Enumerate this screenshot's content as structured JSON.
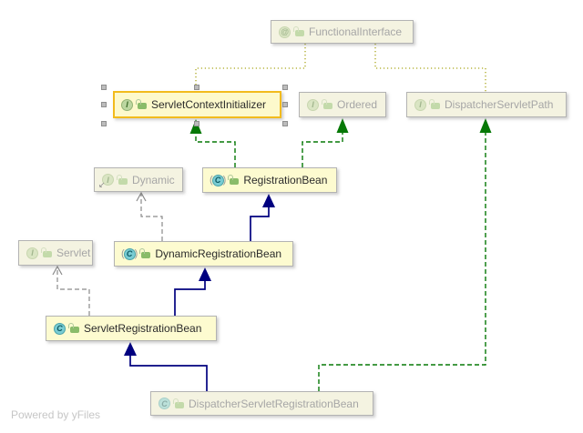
{
  "diagram": {
    "watermark": "Powered by yFiles",
    "icon_glyphs": {
      "annotation": "@",
      "interface": "I",
      "class": "C",
      "paren_open": "(",
      "paren_close": ")",
      "inner_mark": "↙"
    },
    "nodes": [
      {
        "id": "functional-interface",
        "label": "FunctionalInterface",
        "kind": "annotation",
        "state": "grayed"
      },
      {
        "id": "servlet-context-initializer",
        "label": "ServletContextInitializer",
        "kind": "interface",
        "state": "selected"
      },
      {
        "id": "ordered",
        "label": "Ordered",
        "kind": "interface",
        "state": "grayed"
      },
      {
        "id": "dispatcher-servlet-path",
        "label": "DispatcherServletPath",
        "kind": "interface",
        "state": "grayed"
      },
      {
        "id": "dynamic",
        "label": "Dynamic",
        "kind": "inner-interface",
        "state": "grayed"
      },
      {
        "id": "registration-bean",
        "label": "RegistrationBean",
        "kind": "abstract-class",
        "state": "normal"
      },
      {
        "id": "servlet",
        "label": "Servlet",
        "kind": "interface",
        "state": "grayed"
      },
      {
        "id": "dynamic-registration-bean",
        "label": "DynamicRegistrationBean",
        "kind": "abstract-class",
        "state": "normal"
      },
      {
        "id": "servlet-registration-bean",
        "label": "ServletRegistrationBean",
        "kind": "class",
        "state": "normal"
      },
      {
        "id": "dispatcher-servlet-registration-bean",
        "label": "DispatcherServletRegistrationBean",
        "kind": "class",
        "state": "grayed"
      }
    ],
    "edges": [
      {
        "from": "ServletContextInitializer",
        "to": "FunctionalInterface",
        "type": "annotated-by",
        "style": "dotted-olive"
      },
      {
        "from": "DispatcherServletPath",
        "to": "FunctionalInterface",
        "type": "annotated-by",
        "style": "dotted-olive"
      },
      {
        "from": "RegistrationBean",
        "to": "ServletContextInitializer",
        "type": "implements",
        "style": "dashed-green"
      },
      {
        "from": "RegistrationBean",
        "to": "Ordered",
        "type": "implements",
        "style": "dashed-green"
      },
      {
        "from": "DispatcherServletRegistrationBean",
        "to": "DispatcherServletPath",
        "type": "implements",
        "style": "dashed-green"
      },
      {
        "from": "DynamicRegistrationBean",
        "to": "RegistrationBean",
        "type": "extends",
        "style": "solid-navy"
      },
      {
        "from": "ServletRegistrationBean",
        "to": "DynamicRegistrationBean",
        "type": "extends",
        "style": "solid-navy"
      },
      {
        "from": "DispatcherServletRegistrationBean",
        "to": "ServletRegistrationBean",
        "type": "extends",
        "style": "solid-navy"
      },
      {
        "from": "DynamicRegistrationBean",
        "to": "Dynamic",
        "type": "implements",
        "style": "dashed-gray"
      },
      {
        "from": "ServletRegistrationBean",
        "to": "Servlet",
        "type": "implements",
        "style": "dashed-gray"
      }
    ],
    "colors": {
      "realization_green": "#067806",
      "extends_navy": "#00007f",
      "dependency_gray": "#8a8a8a",
      "annotation_olive": "#aaa61c",
      "selection_gold": "#f2bb1d",
      "node_bg": "#fdfbd0",
      "node_bg_muted": "#f4f3e1",
      "text": "#2b2b2b",
      "text_muted": "#a6a6a6"
    }
  }
}
